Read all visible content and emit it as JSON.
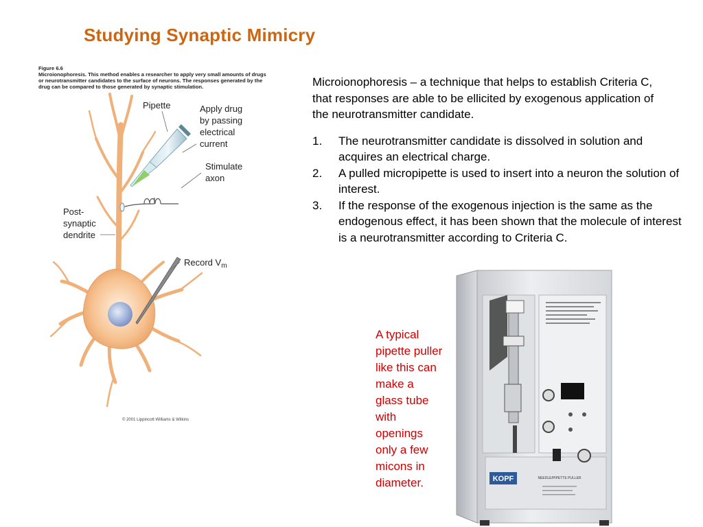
{
  "slide": {
    "title": "Studying Synaptic Mimicry"
  },
  "figure": {
    "number": "Figure 6.6",
    "caption": "Microionophoresis. This method enables a researcher to apply very small amounts of drugs or neurotransmitter candidates to the surface of neurons. The responses generated by the drug can be compared to those generated by synaptic stimulation.",
    "labels": {
      "pipette": "Pipette",
      "apply_drug": [
        "Apply drug",
        "by passing",
        "electrical",
        "current"
      ],
      "stimulate": [
        "Stimulate",
        "axon"
      ],
      "post_synaptic": [
        "Post-",
        "synaptic",
        "dendrite"
      ],
      "record": "Record V",
      "record_sub": "m"
    },
    "copyright": "© 2001 Lippincott Williams & Wilkins"
  },
  "body": {
    "intro": "Microionophoresis – a technique that helps to establish Criteria C, that responses are able to be ellicited by exogenous application of the neurotransmitter candidate.",
    "steps": [
      {
        "num": "1.",
        "text": "The neurotransmitter candidate is dissolved in solution and acquires an electrical charge."
      },
      {
        "num": "2.",
        "text": "A pulled micropipette is used to insert into a neuron the solution of interest."
      },
      {
        "num": "3.",
        "text": "If the response of the exogenous injection is the same as the endogenous effect, it has been shown that the molecule of interest is a neurotransmitter according to Criteria C."
      }
    ]
  },
  "photo_caption": "A typical pipette puller like this can make a glass tube with openings only a few micons in diameter.",
  "device": {
    "brand": "KOPF",
    "panel_label": "NEEDLE/PIPETTE PULLER"
  },
  "colors": {
    "title": "#cc6611",
    "caption": "#cc0000",
    "neuron": "#f2b27a",
    "nucleus": "#8fa6d6"
  }
}
